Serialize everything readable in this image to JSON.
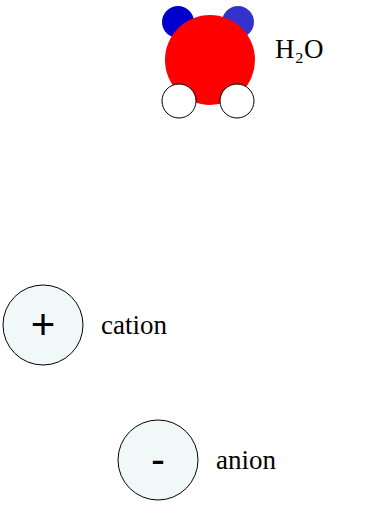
{
  "diagram": {
    "nodes": [
      {
        "text": [
          "+",
          "cation"
        ]
      },
      {
        "text": [
          "-",
          "anion"
        ]
      }
    ],
    "labels": [
      "H₂O"
    ]
  }
}
